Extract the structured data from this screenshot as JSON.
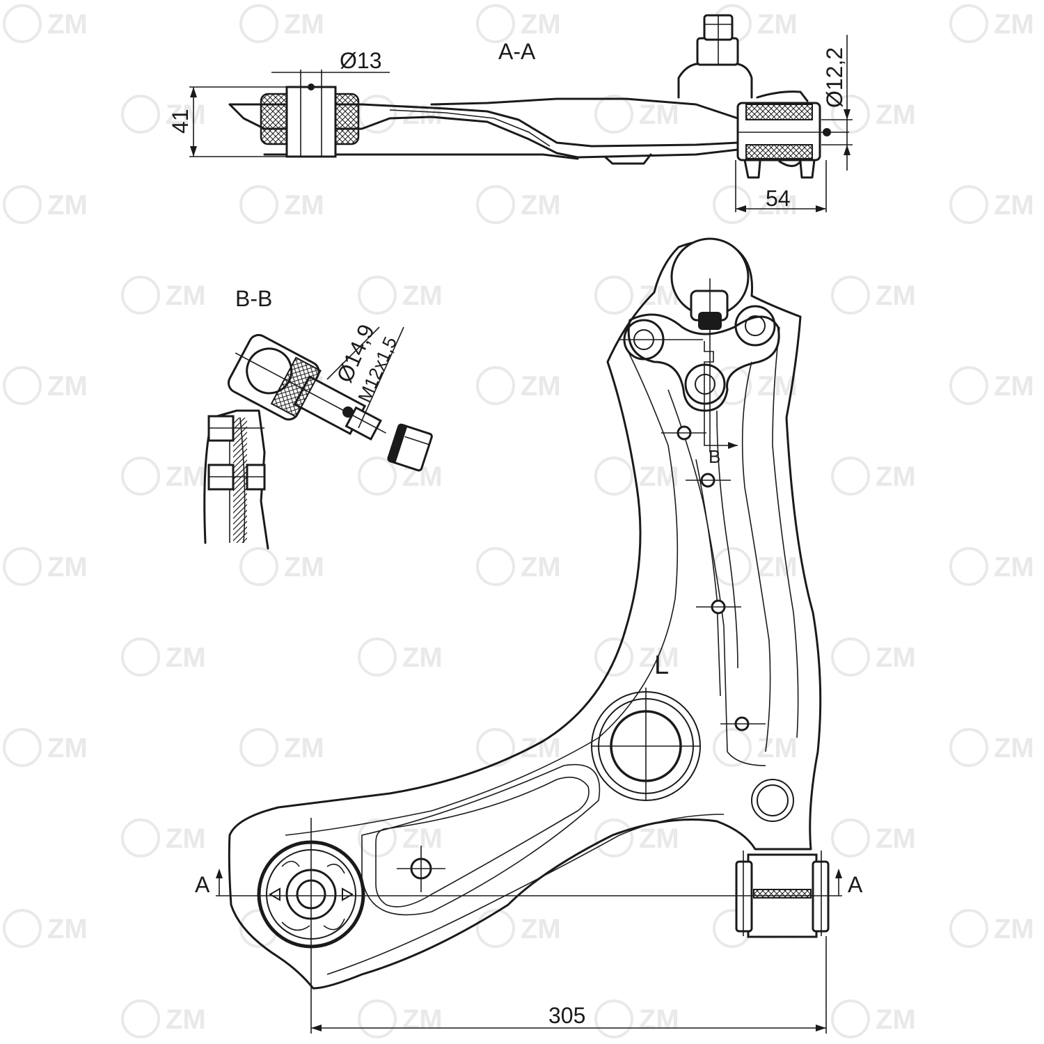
{
  "watermark": {
    "text": "ZM"
  },
  "sections": {
    "aa": "A-A",
    "bb": "B-B"
  },
  "dimensions": {
    "d13": "Ø13",
    "h41": "41",
    "d122": "Ø12,2",
    "w54": "54",
    "d149": "Ø14,9",
    "thread": "M12x1,5",
    "len305": "305"
  },
  "labels": {
    "side": "L",
    "cut_a_left": "A",
    "cut_a_right": "A",
    "cut_b": "B"
  }
}
